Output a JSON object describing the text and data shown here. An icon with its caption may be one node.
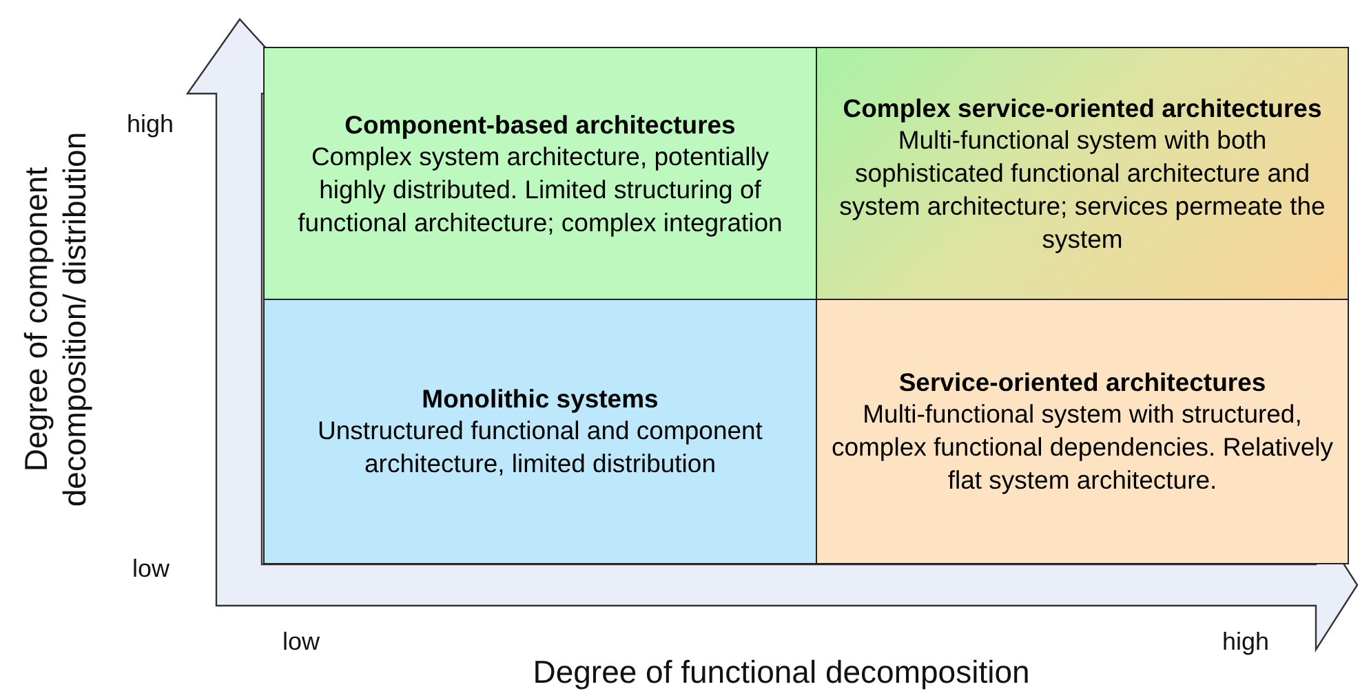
{
  "diagram": {
    "nodes": [
      {
        "text": [
          "Component-based architectures",
          "Complex system architecture, potentially highly distributed. Limited structuring of functional architecture; complex integration"
        ]
      },
      {
        "text": [
          "Complex service-oriented architectures",
          "Multi-functional system with both sophisticated functional architecture and system architecture; services permeate the system"
        ]
      },
      {
        "text": [
          "Monolithic systems",
          "Unstructured functional and component architecture, limited distribution"
        ]
      },
      {
        "text": [
          "Service-oriented architectures",
          "Multi-functional system with structured, complex functional dependencies. Relatively flat system architecture."
        ]
      }
    ],
    "labels": [
      "Degree of component decomposition/ distribution",
      "high",
      "low",
      "low",
      "high",
      "Degree of functional decomposition"
    ]
  }
}
